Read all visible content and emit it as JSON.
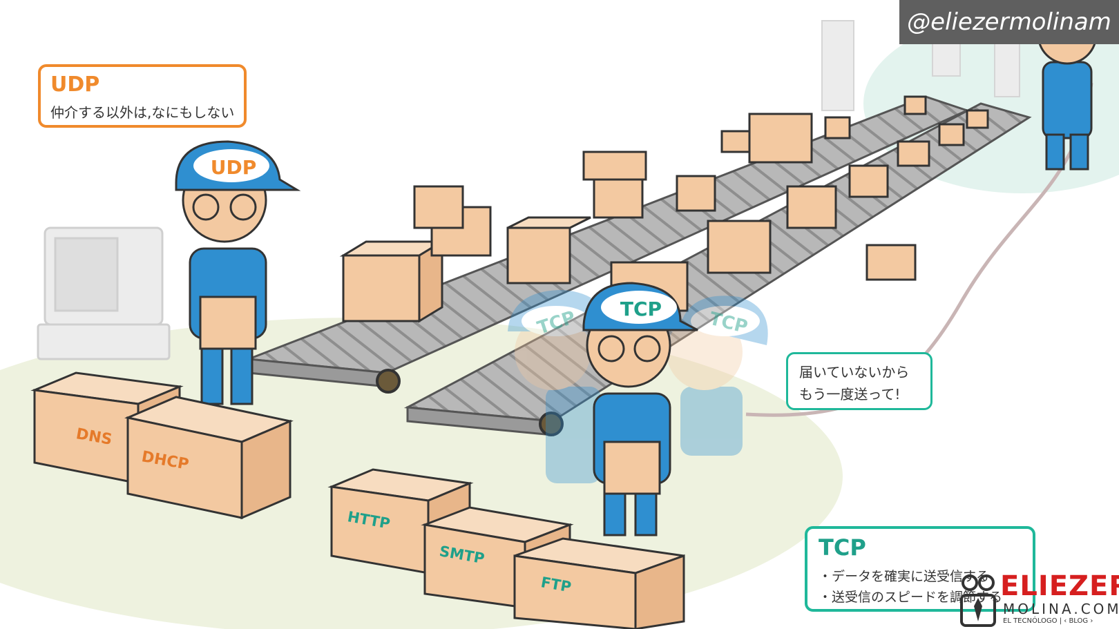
{
  "watermark": "@eliezermolinam",
  "udp_box": {
    "title": "UDP",
    "description": "仲介する以外は,なにもしない"
  },
  "tcp_box": {
    "title": "TCP",
    "lines": [
      "・データを確実に送受信する",
      "・送受信のスピードを調節する"
    ]
  },
  "speech_bubble": {
    "lines": [
      "届いていないから",
      "もう一度送って!"
    ]
  },
  "caps": {
    "udp": "UDP",
    "tcp": "TCP",
    "tcp_ghost_left": "TCP",
    "tcp_ghost_right": "TCP"
  },
  "crate_labels": {
    "dns": "DNS",
    "dhcp": "DHCP",
    "http": "HTTP",
    "smtp": "SMTP",
    "ftp": "FTP"
  },
  "logo": {
    "name": "ELIEZER",
    "domain": "MOLINA.COM",
    "tagline": "EL TECNÓLOGO | ‹ BLOG ›"
  },
  "colors": {
    "udp_accent": "#f08a2c",
    "tcp_accent": "#1fb89a",
    "uniform_blue": "#2f8fd0",
    "cardboard": "#f3c9a1",
    "belt_gray": "#a8a8a8",
    "logo_red": "#d61f1f"
  }
}
